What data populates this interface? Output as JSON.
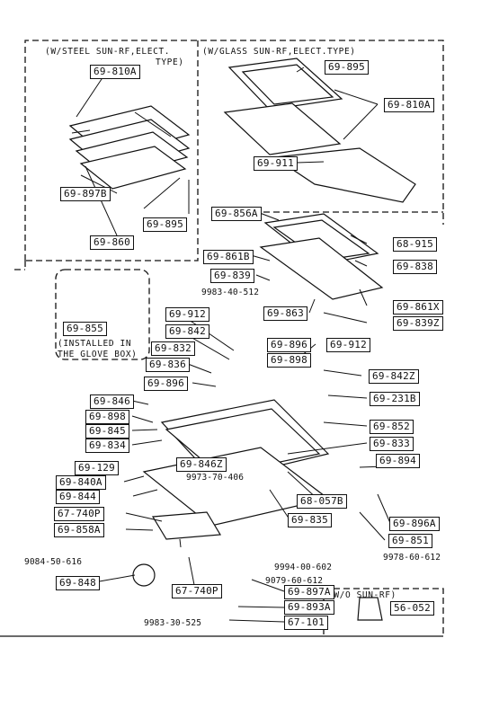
{
  "sections": {
    "steel": {
      "line1": "(W/STEEL SUN-RF,ELECT.",
      "line2": "TYPE)"
    },
    "glass": {
      "line1": "(W/GLASS SUN-RF,ELECT.TYPE)"
    },
    "glove": {
      "line1": "(INSTALLED IN",
      "line2": "THE  GLOVE BOX)"
    },
    "wo_sunroof": {
      "line1": "(W/O SUN-RF)"
    }
  },
  "parts": {
    "p_69_810A_a": "69-810A",
    "p_69_897B": "69-897B",
    "p_69_895_a": "69-895",
    "p_69_860": "69-860",
    "p_69_895_b": "69-895",
    "p_69_810A_b": "69-810A",
    "p_69_911": "69-911",
    "p_69_856A": "69-856A",
    "p_68_915": "68-915",
    "p_69_861B": "69-861B",
    "p_69_838": "69-838",
    "p_69_839": "69-839",
    "p_69_861X": "69-861X",
    "p_69_863": "69-863",
    "p_69_839Z": "69-839Z",
    "p_69_855": "69-855",
    "p_69_912_a": "69-912",
    "p_69_842": "69-842",
    "p_69_832": "69-832",
    "p_69_836": "69-836",
    "p_69_896_a": "69-896",
    "p_69_912_b": "69-912",
    "p_69_898_a": "69-898",
    "p_69_842Z": "69-842Z",
    "p_69_231B": "69-231B",
    "p_69_896_b": "69-896",
    "p_69_846": "69-846",
    "p_69_898_b": "69-898",
    "p_69_845": "69-845",
    "p_69_834": "69-834",
    "p_69_852": "69-852",
    "p_69_833": "69-833",
    "p_69_129": "69-129",
    "p_69_846Z": "69-846Z",
    "p_69_894": "69-894",
    "p_69_840A": "69-840A",
    "p_68_057B": "68-057B",
    "p_69_844": "69-844",
    "p_69_835": "69-835",
    "p_69_896A": "69-896A",
    "p_67_740P_a": "67-740P",
    "p_69_858A": "69-858A",
    "p_69_851": "69-851",
    "p_69_848": "69-848",
    "p_67_740P_b": "67-740P",
    "p_69_897A": "69-897A",
    "p_69_893A": "69-893A",
    "p_67_101": "67-101",
    "p_56_052": "56-052"
  },
  "bolts": {
    "b_9983_40_512": "9983-40-512",
    "b_9973_70_406": "9973-70-406",
    "b_9978_60_612": "9978-60-612",
    "b_9084_50_616": "9084-50-616",
    "b_9994_00_602": "9994-00-602",
    "b_9079_60_612": "9079-60-612",
    "b_9983_30_525": "9983-30-525"
  }
}
